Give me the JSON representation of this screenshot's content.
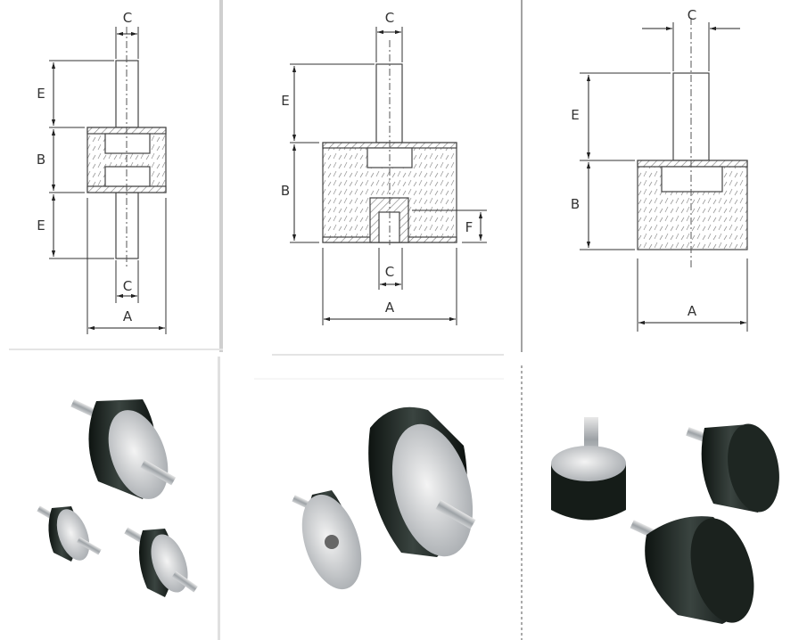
{
  "diagrams": {
    "double_stud": {
      "top_c": "C",
      "e_top": "E",
      "b": "B",
      "e_bottom": "E",
      "bottom_c": "C",
      "a": "A"
    },
    "stud_female": {
      "top_c": "C",
      "e": "E",
      "b": "B",
      "f": "F",
      "bottom_c": "C",
      "a": "A"
    },
    "single_stud": {
      "top_c": "C",
      "e": "E",
      "b": "B",
      "a": "A"
    }
  },
  "colors": {
    "rubber": "#1c2420",
    "metal": "#c9ccd0",
    "divider": "#cfcfcf",
    "line": "#333333"
  }
}
